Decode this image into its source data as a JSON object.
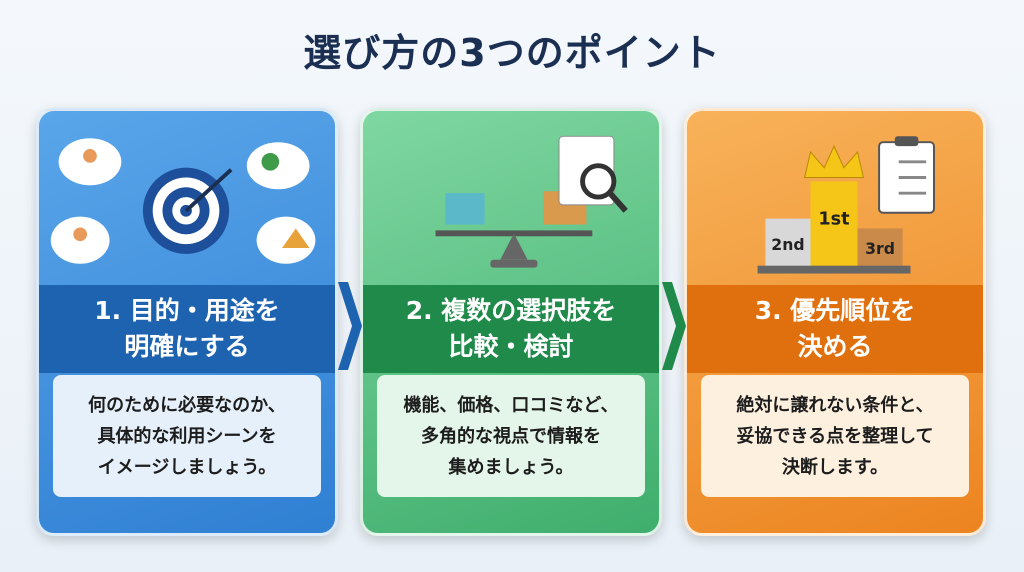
{
  "title": "選び方の3つのポイント",
  "cards": [
    {
      "heading_line1": "1. 目的・用途を",
      "heading_line2": "明確にする",
      "desc": [
        "何のために必要なのか、",
        "具体的な利用シーンを",
        "イメージしましょう。"
      ],
      "color": "#1e63b0"
    },
    {
      "heading_line1": "2. 複数の選択肢を",
      "heading_line2": "比較・検討",
      "desc": [
        "機能、価格、口コミなど、",
        "多角的な視点で情報を",
        "集めましょう。"
      ],
      "color": "#1f8a4a"
    },
    {
      "heading_line1": "3. 優先順位を",
      "heading_line2": "決める",
      "desc": [
        "絶対に譲れない条件と、",
        "妥協できる点を整理して",
        "決断します。"
      ],
      "color": "#e0700e",
      "podium": {
        "first": "1st",
        "second": "2nd",
        "third": "3rd"
      }
    }
  ]
}
